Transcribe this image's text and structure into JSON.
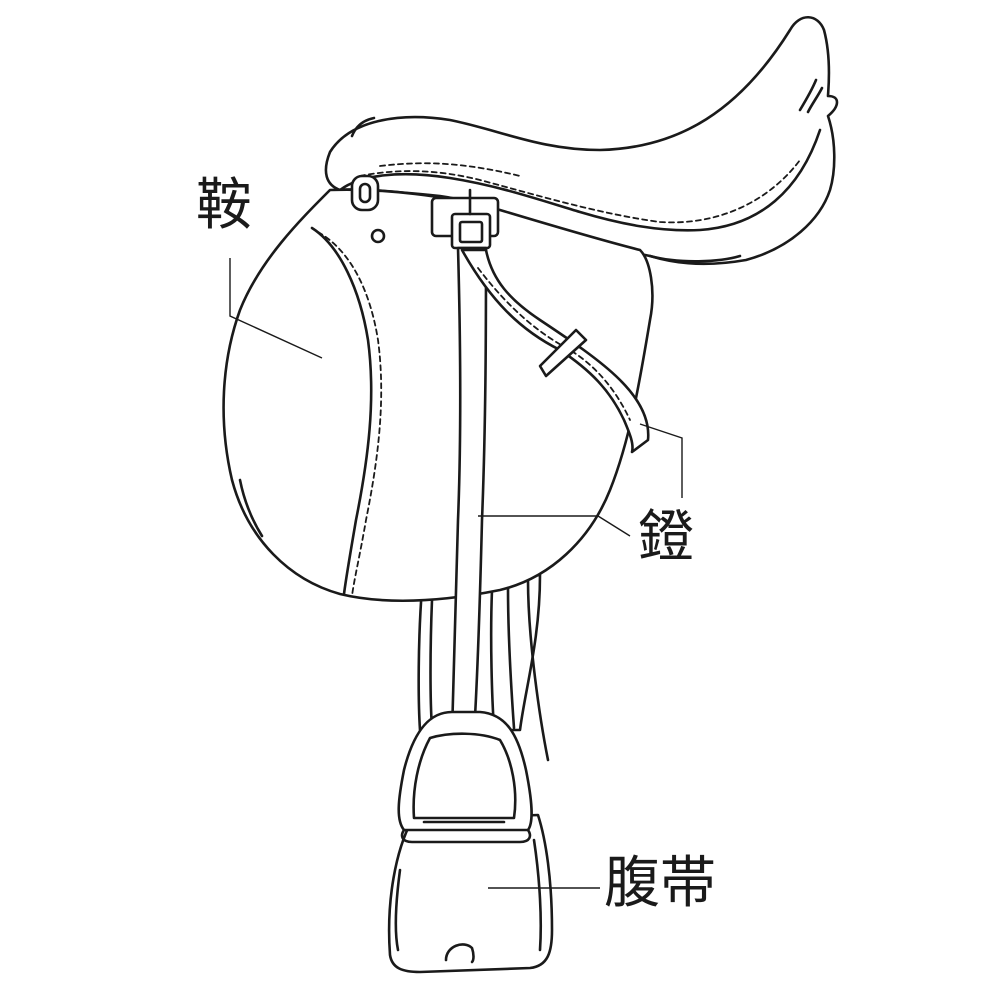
{
  "labels": {
    "saddle": "鞍",
    "stirrup": "鐙",
    "girth": "腹帯"
  }
}
